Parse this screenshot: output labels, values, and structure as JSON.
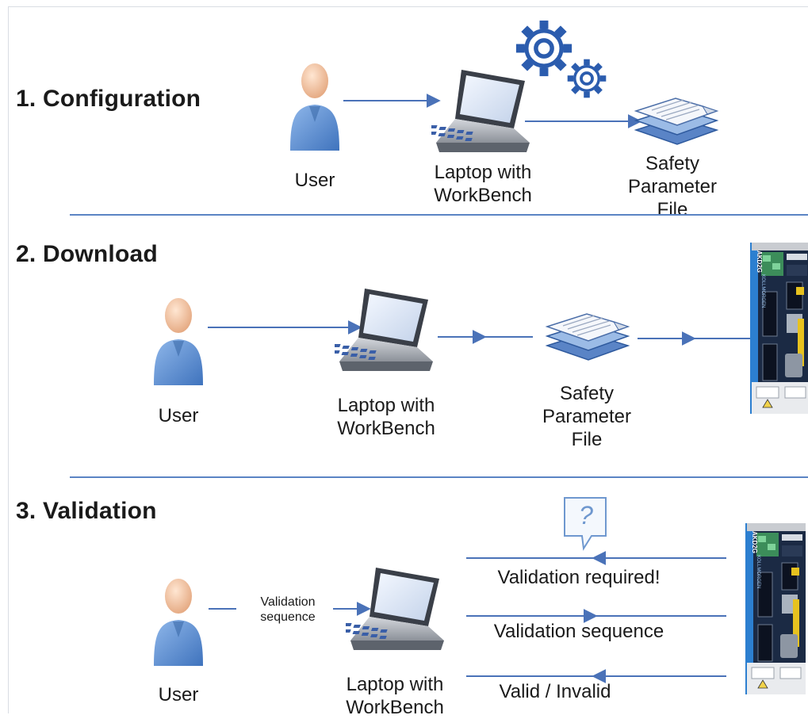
{
  "sections": [
    {
      "heading": "1. Configuration",
      "user_label": "User",
      "laptop_label": "Laptop with\nWorkBench",
      "file_label": "Safety\nParameter\nFile"
    },
    {
      "heading": "2. Download",
      "user_label": "User",
      "laptop_label": "Laptop with\nWorkBench",
      "file_label": "Safety\nParameter\nFile"
    },
    {
      "heading": "3. Validation",
      "user_label": "User",
      "laptop_label": "Laptop with\nWorkBench",
      "sequence_label": "Validation\nsequence",
      "msg_required": "Validation required!",
      "msg_sequence": "Validation sequence",
      "msg_result": "Valid / Invalid",
      "question_mark": "?"
    }
  ],
  "drive_labels": [
    "AKD2G",
    "KOLLMORGEN"
  ],
  "colors": {
    "arrow": "#4a72b8",
    "divider": "#5b84c4",
    "gear": "#2b5cae",
    "person_body": "#5b8fd0",
    "person_face": "#f2c6a4",
    "drive_body": "#1b2a44",
    "drive_stripe": "#2c7fd0"
  },
  "icons": [
    "person-icon",
    "laptop-icon",
    "gears-icon",
    "document-stack-icon",
    "servo-drive-icon",
    "question-bubble-icon"
  ]
}
